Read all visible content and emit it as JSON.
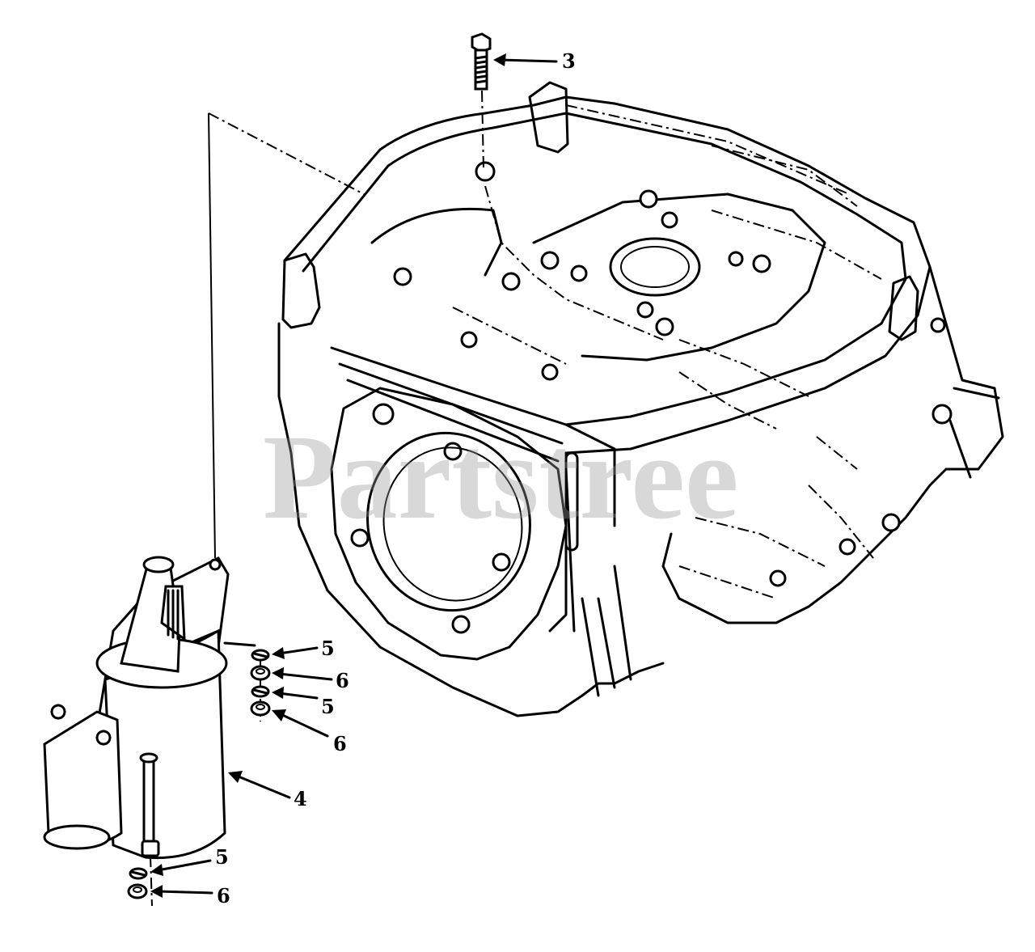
{
  "watermark": "Partstree",
  "callouts": [
    {
      "id": "bolt",
      "label": "3"
    },
    {
      "id": "starter",
      "label": "4"
    },
    {
      "id": "lockwasher-upper-1",
      "label": "5"
    },
    {
      "id": "nut-upper-1",
      "label": "6"
    },
    {
      "id": "lockwasher-upper-2",
      "label": "5"
    },
    {
      "id": "nut-upper-2",
      "label": "6"
    },
    {
      "id": "lockwasher-lower",
      "label": "5"
    },
    {
      "id": "nut-lower",
      "label": "6"
    }
  ]
}
